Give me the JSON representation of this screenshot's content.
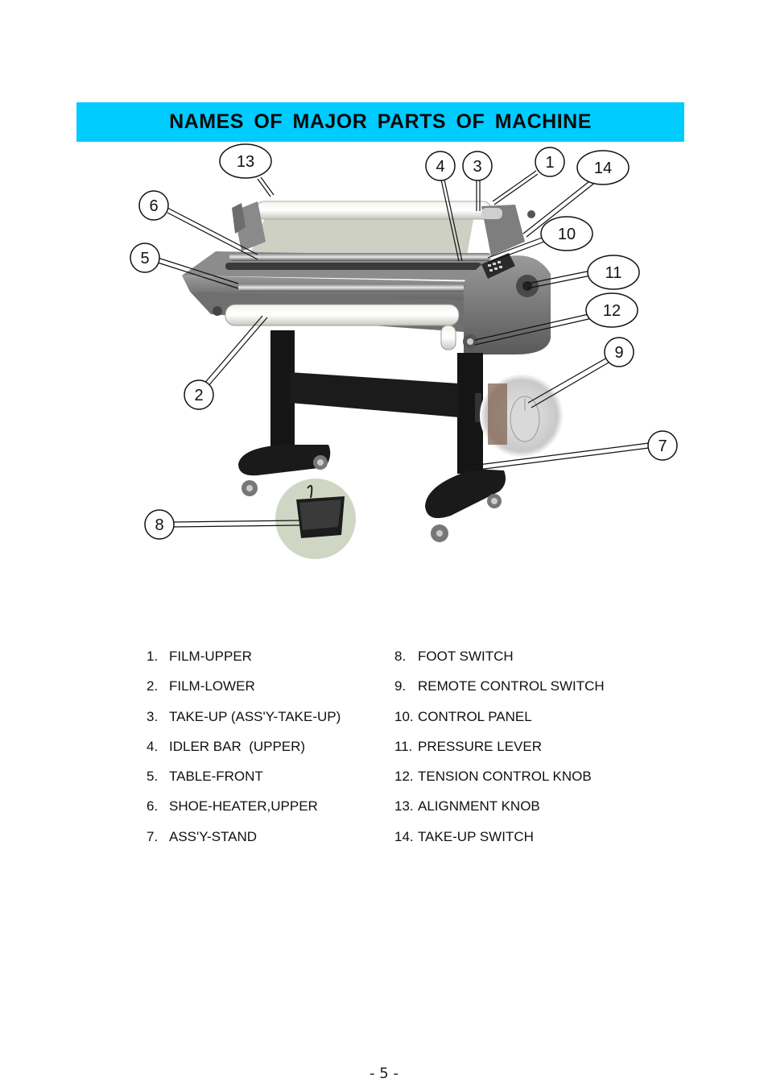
{
  "header": {
    "title": "NAMES  OF  MAJOR  PARTS  OF  MACHINE"
  },
  "figure": {
    "callouts": [
      "13",
      "4",
      "3",
      "1",
      "14",
      "6",
      "10",
      "5",
      "11",
      "12",
      "9",
      "2",
      "7",
      "8"
    ]
  },
  "parts": {
    "left": [
      {
        "num": "1.",
        "label": "FILM-UPPER"
      },
      {
        "num": "2.",
        "label": "FILM-LOWER"
      },
      {
        "num": "3.",
        "label": "TAKE-UP (ASS'Y-TAKE-UP)"
      },
      {
        "num": "4.",
        "label": "IDLER BAR  (UPPER)"
      },
      {
        "num": "5.",
        "label": "TABLE-FRONT"
      },
      {
        "num": "6.",
        "label": "SHOE-HEATER,UPPER"
      },
      {
        "num": "7.",
        "label": "ASS'Y-STAND"
      }
    ],
    "right": [
      {
        "num": "8.",
        "label": "FOOT SWITCH"
      },
      {
        "num": "9.",
        "label": "REMOTE CONTROL SWITCH"
      },
      {
        "num": "10.",
        "label": "CONTROL PANEL"
      },
      {
        "num": "11.",
        "label": "PRESSURE LEVER"
      },
      {
        "num": "12.",
        "label": "TENSION CONTROL KNOB"
      },
      {
        "num": "13.",
        "label": "ALIGNMENT KNOB"
      },
      {
        "num": "14.",
        "label": "TAKE-UP SWITCH"
      }
    ]
  },
  "footer": {
    "page_number": "- 5 -"
  }
}
